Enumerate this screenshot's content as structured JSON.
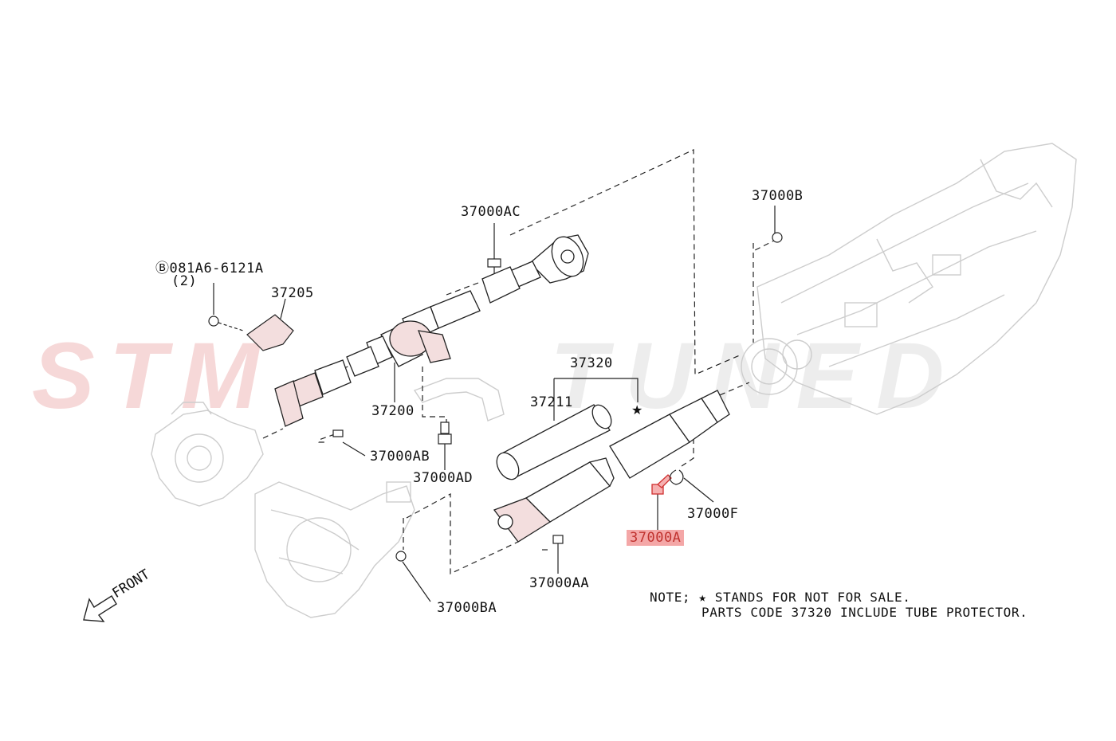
{
  "watermark": {
    "part1": "STM",
    "part2": "TUNED",
    "color_red": "#f3c9c9",
    "color_gray": "#e6e6e6"
  },
  "labels": {
    "p37000AC": "37000AC",
    "p081A6": "Ⓑ081A6-6121A",
    "p081A6_qty": "(2)",
    "p37205": "37205",
    "p37200": "37200",
    "p37000AB": "37000AB",
    "p37000AD": "37000AD",
    "p37320": "37320",
    "p37211": "37211",
    "p37000B": "37000B",
    "p37000F": "37000F",
    "p37000A": "37000A",
    "p37000AA": "37000AA",
    "p37000BA": "37000BA"
  },
  "star_symbol": "★",
  "front_label": "FRONT",
  "note": {
    "line1": "NOTE; ★ STANDS FOR NOT FOR SALE.",
    "line2": "PARTS CODE 37320 INCLUDE TUBE PROTECTOR."
  },
  "colors": {
    "line": "#222222",
    "ghost": "#cfcfcf",
    "highlight_fill": "#f4a7a7",
    "highlight_part": "#e05050"
  }
}
